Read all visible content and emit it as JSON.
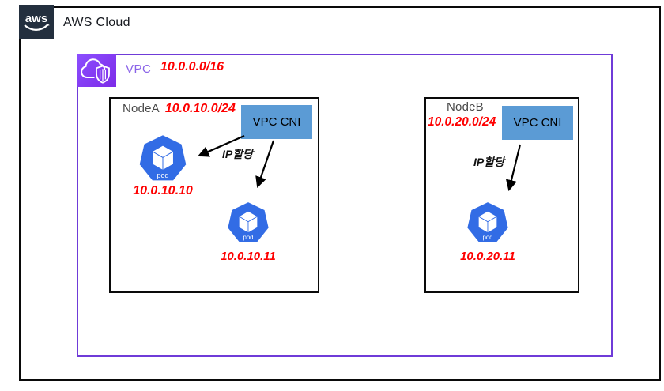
{
  "header": {
    "logo_text": "aws",
    "title": "AWS Cloud"
  },
  "vpc": {
    "label": "VPC",
    "cidr": "10.0.0.0/16"
  },
  "nodes": [
    {
      "name": "NodeA",
      "cidr": "10.0.10.0/24",
      "cni_label": "VPC CNI",
      "alloc_label": "IP할당",
      "pods": [
        {
          "label": "pod",
          "ip": "10.0.10.10"
        },
        {
          "label": "pod",
          "ip": "10.0.10.11"
        }
      ]
    },
    {
      "name": "NodeB",
      "cidr": "10.0.20.0/24",
      "cni_label": "VPC CNI",
      "alloc_label": "IP할당",
      "pods": [
        {
          "label": "pod",
          "ip": "10.0.20.11"
        }
      ]
    }
  ],
  "colors": {
    "aws_dark": "#232F3E",
    "vpc_border_purple": "#6F3BD8",
    "vpc_icon_purple": "#7D2BE8",
    "vpc_label_purple": "#8a63e8",
    "cni_blue": "#5B9BD5",
    "pod_blue": "#326CE5",
    "cidr_red": "#FE0000"
  }
}
